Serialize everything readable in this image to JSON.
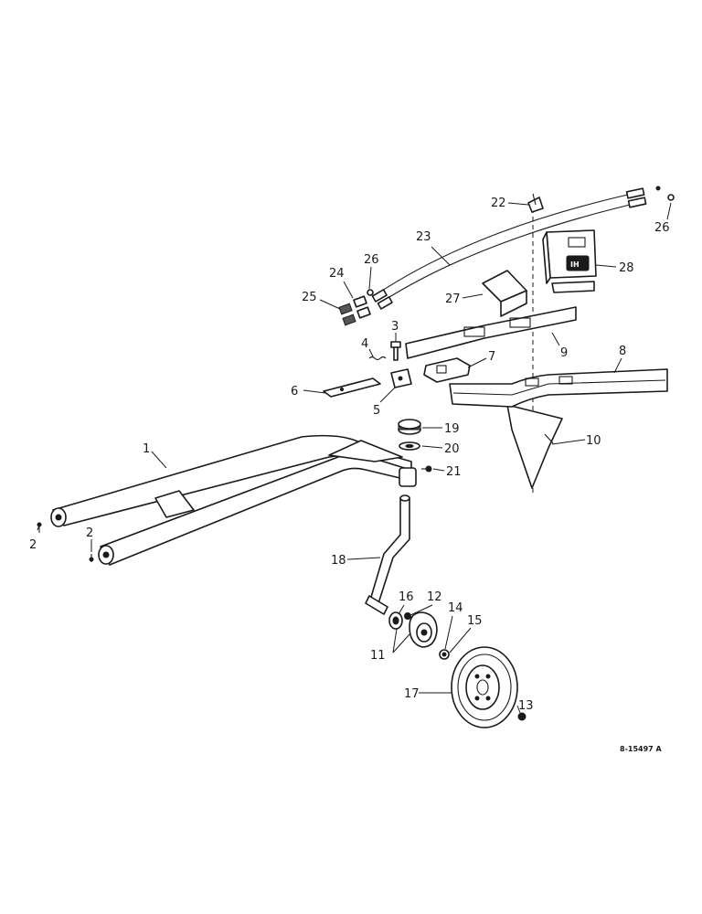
{
  "diagram": {
    "reference_code": "8-15497 A",
    "callouts": {
      "c1": "1",
      "c2a": "2",
      "c2b": "2",
      "c3": "3",
      "c4": "4",
      "c5": "5",
      "c6": "6",
      "c7": "7",
      "c8": "8",
      "c9": "9",
      "c10": "10",
      "c11": "11",
      "c12": "12",
      "c13": "13",
      "c14": "14",
      "c15": "15",
      "c16": "16",
      "c17": "17",
      "c18": "18",
      "c19": "19",
      "c20": "20",
      "c21": "21",
      "c22": "22",
      "c23": "23",
      "c24": "24",
      "c25": "25",
      "c26a": "26",
      "c26b": "26",
      "c27": "27",
      "c28": "28"
    }
  }
}
